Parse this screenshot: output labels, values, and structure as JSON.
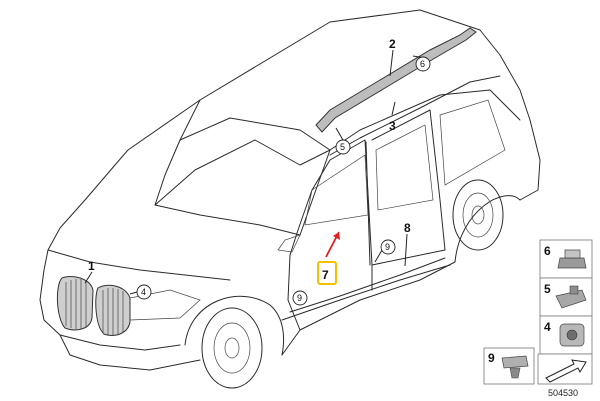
{
  "callouts": {
    "grille": "1",
    "roof_rail": "2",
    "roof_moulding": "3",
    "b_pillar_trim": "7",
    "sill_trim": "8"
  },
  "circled_refs": {
    "grille_clip": "4",
    "rail_clip_front": "5",
    "rail_clip_rear": "6",
    "sill_clip_rear": "9",
    "sill_clip_front": "9"
  },
  "highlight_color": "#f2c200",
  "arrow_color": "#e02020",
  "legend": [
    {
      "label": "6",
      "icon": "push-nut-icon"
    },
    {
      "label": "5",
      "icon": "clip-bracket-icon"
    },
    {
      "label": "4",
      "icon": "grommet-clip-icon"
    },
    {
      "label": "9",
      "icon": "expanding-clip-icon"
    }
  ],
  "reference_number": "504530"
}
